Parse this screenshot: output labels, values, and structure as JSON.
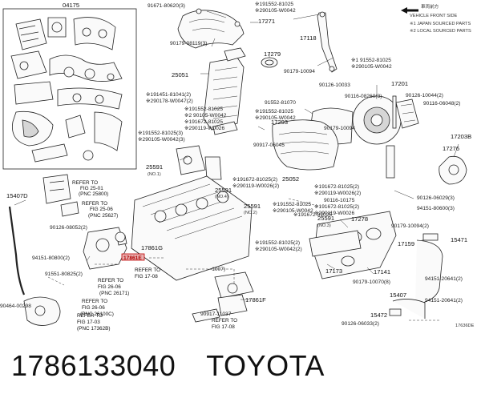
{
  "legend": {
    "front_side_jp": "車両前方",
    "front_side": "VEHICLE FRONT SIDE",
    "note1": "※1 JAPAN SOURCED PARTS",
    "note2": "※2 LOCAL SOURCED PARTS"
  },
  "labels": {
    "p04175": "04175",
    "p91671": "91671-80620(3)",
    "p17271": "17271",
    "p91552a": "※191552-81025",
    "p290105a": "※290105-W0042",
    "p17118": "17118",
    "p90179a": "90179-08119(3)",
    "p17279": "17279",
    "p91552b": "※1 91552-81025",
    "p290105b": "※290105-W0042",
    "p25051": "25051",
    "p90179b": "90179-10094",
    "p90126a": "90126-10033",
    "p17201": "17201",
    "p90116a": "90116-08260(3)",
    "p90126b": "90126-10044(2)",
    "p90116b": "90116-06048(2)",
    "p91552c": "91552-81070",
    "p91552d": "※191552-81025",
    "p290105c": "※290105-W0042",
    "p17293": "17293",
    "p91451a": "※191451-81041(2)",
    "p290178": "※290178-W0047(2)",
    "p91552e": "※191552-81025",
    "p290105d": "※2 90105-W0042",
    "p91672a": "※191672-81025",
    "p290119a": "※290119-W0026",
    "p91552f": "※191552-81025(3)",
    "p290105e": "※290105-W0042(3)",
    "p90179c": "90179-10094",
    "p90917": "90917-06045",
    "p17203B": "17203B",
    "p17276": "17276",
    "p25591a": "25591",
    "p25591a_sub": "(NO.1)",
    "p25052": "25052",
    "p91672b": "※191672-81025(2)",
    "p290119b": "※290119-W0026(2)",
    "p25591b": "25591",
    "p25591b_sub": "(NO.4)",
    "p91672c": "※191672-81025(2)",
    "p290119c": "※290119-W0026(2)",
    "p90116c": "90116-10175",
    "p91672d": "※191672-81025(2)",
    "p290119d": "※290119-W0026",
    "p90126c": "90126-06029(3)",
    "p94151a": "94151-80600(3)",
    "p15407D": "15407D",
    "ref1": "REFER TO",
    "ref1b": "FIG 25-01",
    "ref1c": "(PNC 25800)",
    "ref2": "REFER TO",
    "ref2b": "FIG 25-06",
    "ref2c": "(PNC 25627)",
    "p91552g": "※191552-81025",
    "p290105f": "※290105-W0042",
    "p25591c": "25591",
    "p25591c_sub": "(NO.2)",
    "p91672e": "※191672-81025",
    "p290119e": "※290119-W0026",
    "p25591d": "25591",
    "p25591d_sub": "(NO.3)",
    "p17278": "17278",
    "p90126d": "90126-08052(2)",
    "p90179d": "90179-10094(2)",
    "p15471": "15471",
    "p94151b": "94151-80800(2)",
    "p17861E": "17861E",
    "p17861G": "17861G",
    "p91552h": "※191552-81025(2)",
    "p290105g": "※290105-W0042(2)",
    "p17159": "17159",
    "ref3": "REFER TO",
    "ref3b": "FIG 17-08",
    "p91551": "91551-80825(2)",
    "ref4": "REFER TO",
    "ref4b": "FIG 26-06",
    "ref4c": "(PNC 26171)",
    "p17173": "17173",
    "p17141": "17141",
    "p90179e": "90179-10070(8)",
    "p94151c": "94151-20641(2)",
    "p1007": "-1007)",
    "ref5": "REFER TO",
    "ref5b": "FIG 26-06",
    "ref5c": "(PNC 26100C)",
    "p15407": "15407",
    "p94151d": "94151-20641(2)",
    "p90464": "90464-00298",
    "p17861F": "17861F",
    "ref6": "REFER TO",
    "ref6b": "FIG 17-03",
    "ref6c": "(PNC 17362B)",
    "p90917b": "90917-11037",
    "ref7": "REFER TO",
    "ref7b": "FIG 17-08",
    "p15472": "15472",
    "p90126e": "90126-06033(2)",
    "code": "17636DE"
  },
  "footer": {
    "part_number": "1786133040",
    "brand": "TOYOTA"
  }
}
